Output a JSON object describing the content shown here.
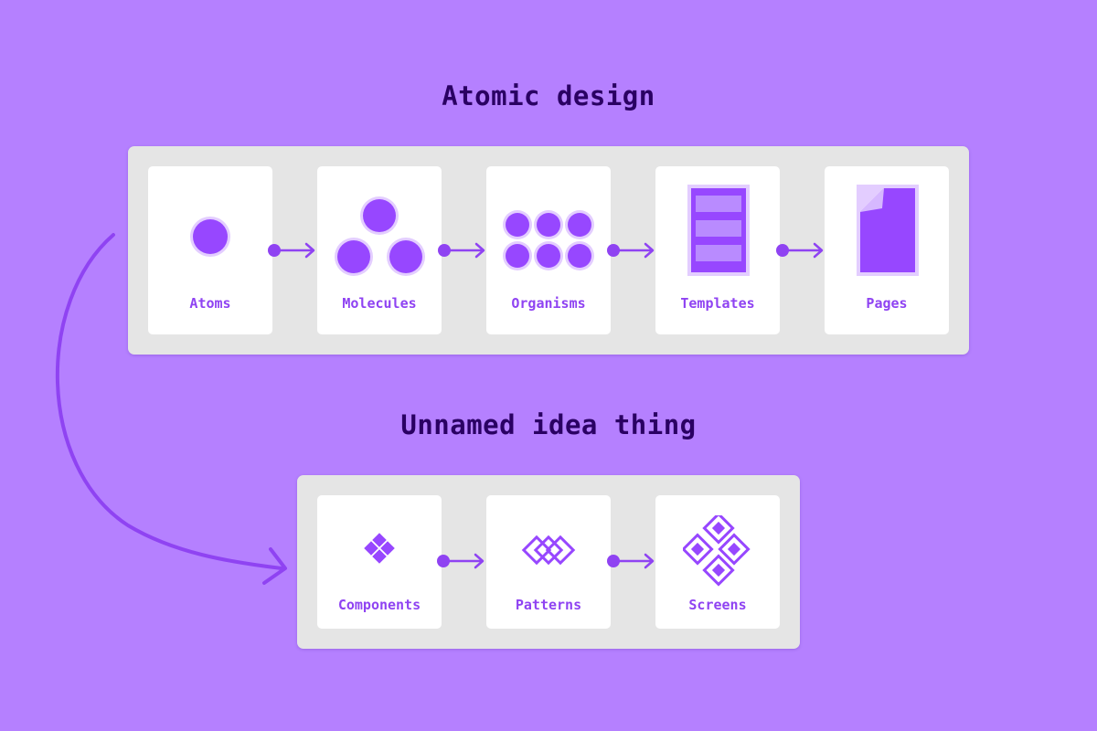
{
  "atomic_design": {
    "title": "Atomic design",
    "stages": [
      {
        "label": "Atoms",
        "icon": "single-circle-icon"
      },
      {
        "label": "Molecules",
        "icon": "three-circles-icon"
      },
      {
        "label": "Organisms",
        "icon": "circle-grid-icon"
      },
      {
        "label": "Templates",
        "icon": "template-layout-icon"
      },
      {
        "label": "Pages",
        "icon": "page-document-icon"
      }
    ]
  },
  "unnamed_idea": {
    "title": "Unnamed idea thing",
    "stages": [
      {
        "label": "Components",
        "icon": "diamond-cluster-icon"
      },
      {
        "label": "Patterns",
        "icon": "linked-diamonds-icon"
      },
      {
        "label": "Screens",
        "icon": "diamond-arrangement-icon"
      }
    ]
  },
  "colors": {
    "background": "#b580ff",
    "title_text": "#2a0063",
    "accent": "#8f43f2",
    "light_accent": "#e3cdff",
    "panel": "#e5e5e5",
    "card": "#ffffff"
  }
}
